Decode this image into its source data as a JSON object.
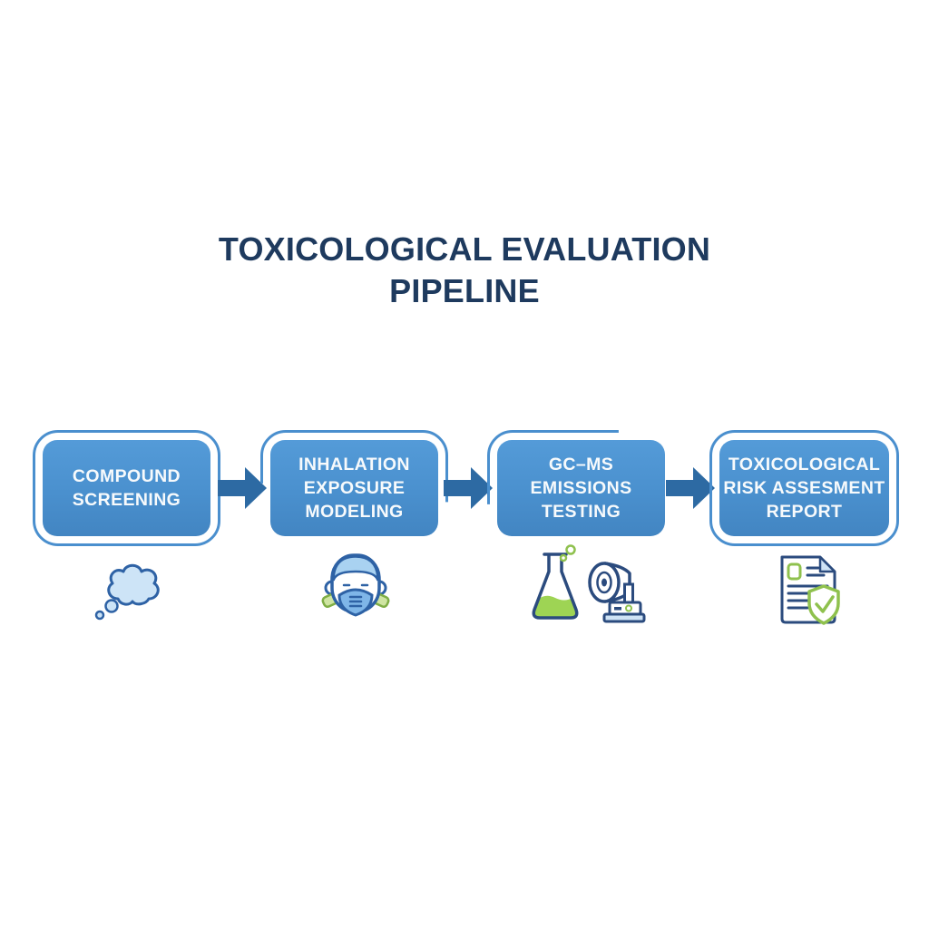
{
  "title": {
    "line1": "TOXICOLOGICAL EVALUATION",
    "line2": "PIPELINE"
  },
  "pipeline": {
    "steps": [
      {
        "label": "COMPOUND\nSCREENING",
        "icon": "thought-cloud"
      },
      {
        "label": "INHALATION\nEXPOSURE\nMODELING",
        "icon": "respirator-mask"
      },
      {
        "label": "GC–MS\nEMISSIONS\nTESTING",
        "icon": "flask-spectrometer"
      },
      {
        "label": "TOXICOLOGICAL\nRISK ASSESMENT\nREPORT",
        "icon": "report-shield"
      }
    ]
  },
  "colors": {
    "title_text": "#1e3a5e",
    "box_fill": "#4a90ce",
    "box_outline": "#4a8fce",
    "box_text": "#f7fafc",
    "arrow": "#2d6aa3",
    "icon_navy": "#2b4b7e",
    "icon_blue": "#2e62a5",
    "icon_light_blue": "#a9d2f1",
    "icon_pale_blue": "#cfe3f5",
    "icon_cloud_fill": "#cde4f7",
    "icon_mask_fill": "#7fb6e8",
    "icon_green": "#8fc14e",
    "icon_green_fill": "#9ed454",
    "icon_filter_fill": "#cfe5a2"
  }
}
